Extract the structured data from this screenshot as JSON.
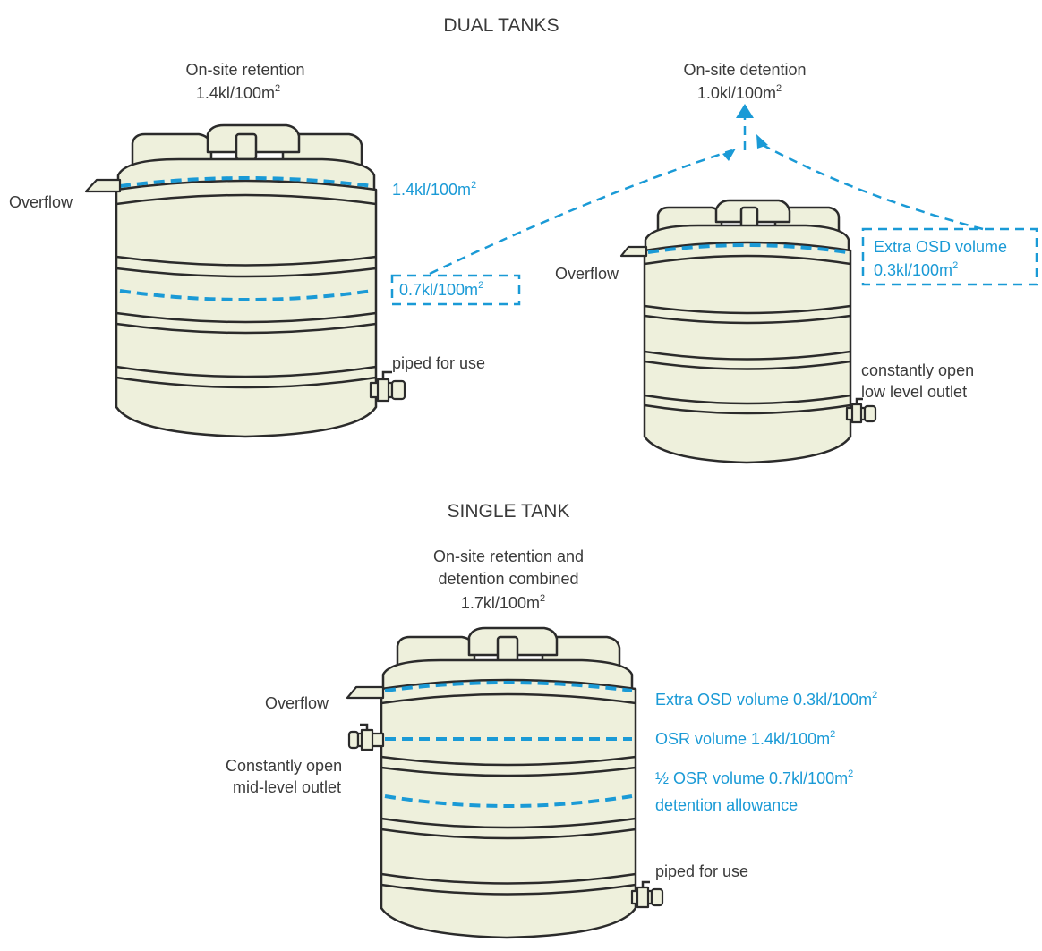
{
  "headings": {
    "dual": "DUAL TANKS",
    "single": "SINGLE TANK"
  },
  "dual_left": {
    "title_line1": "On-site retention",
    "title_line2": "1.4kl/100m",
    "title_sup": "2",
    "level_top": "1.4kl/100m",
    "level_top_sup": "2",
    "level_mid": "0.7kl/100m",
    "level_mid_sup": "2",
    "overflow": "Overflow",
    "outlet": "piped for use"
  },
  "dual_right": {
    "title_line1": "On-site detention",
    "title_line2": "1.0kl/100m",
    "title_sup": "2",
    "box_line1": "Extra OSD volume",
    "box_line2": "0.3kl/100m",
    "box_sup": "2",
    "overflow": "Overflow",
    "outlet_line1": "constantly open",
    "outlet_line2": "low level outlet"
  },
  "single": {
    "title_line1": "On-site retention and",
    "title_line2": "detention combined",
    "title_line3": "1.7kl/100m",
    "title_sup": "2",
    "overflow": "Overflow",
    "mid_outlet_line1": "Constantly open",
    "mid_outlet_line2": "mid-level outlet",
    "level1": "Extra OSD volume 0.3kl/100m",
    "level1_sup": "2",
    "level2": "OSR volume 1.4kl/100m",
    "level2_sup": "2",
    "level3_line1": "½ OSR volume 0.7kl/100m",
    "level3_sup": "2",
    "level3_line2": "detention allowance",
    "outlet": "piped for use"
  },
  "colors": {
    "accent": "#1a9ad6",
    "tank": "#eef0dc",
    "outline": "#2b2b2b",
    "text": "#3a3a3a"
  }
}
